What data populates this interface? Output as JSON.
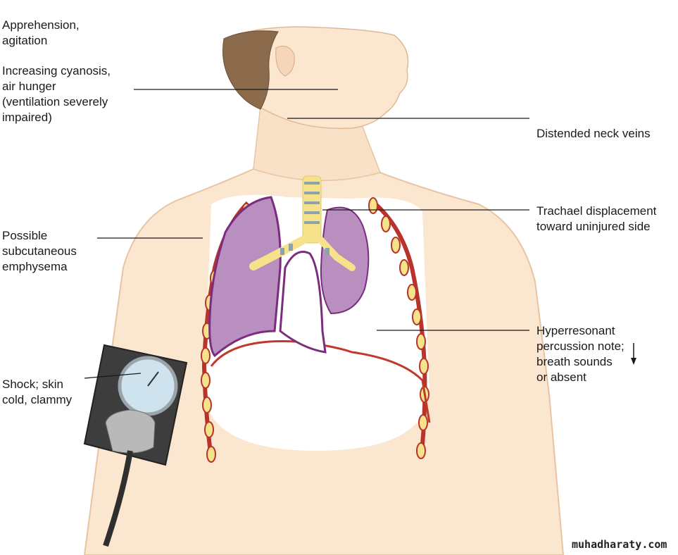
{
  "labels": {
    "apprehension": [
      "Apprehension,",
      "agitation"
    ],
    "cyanosis": [
      "Increasing cyanosis,",
      "air hunger",
      "(ventilation severely",
      "impaired)"
    ],
    "neck_veins": [
      "Distended neck veins"
    ],
    "trachea": [
      "Trachael displacement",
      "toward uninjured side"
    ],
    "emphysema": [
      "Possible",
      "subcutaneous",
      "emphysema"
    ],
    "hyperresonant": [
      "Hyperresonant",
      "percussion note;",
      "breath sounds",
      "or absent"
    ],
    "shock": [
      "Shock; skin",
      "cold, clammy"
    ]
  },
  "watermark": "muhadharaty.com",
  "colors": {
    "skin": "#fbe6cf",
    "skin_shade": "#f2cfae",
    "hair": "#8c6a4c",
    "lung": "#b98fc0",
    "lung_outline": "#7b2c7f",
    "rib": "#b8342a",
    "cartilage": "#f5e28a",
    "cuff": "#3d3d3d",
    "gauge": "#cfe3ee"
  }
}
